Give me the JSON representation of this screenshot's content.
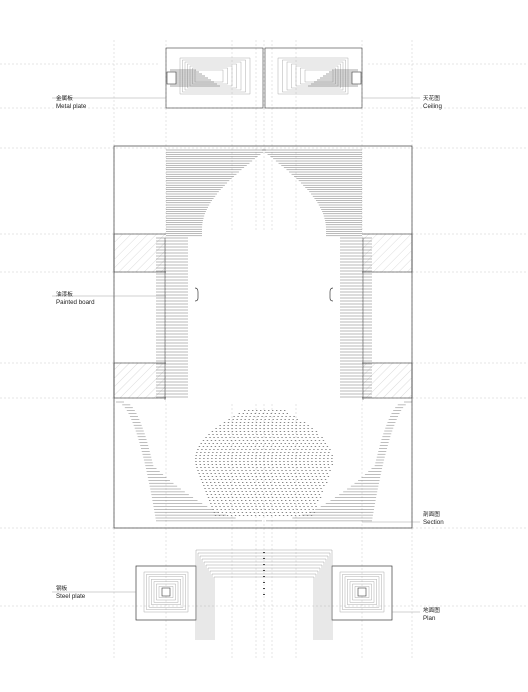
{
  "labels": {
    "metal_plate": {
      "zh": "金属板",
      "en": "Metal plate"
    },
    "ceiling": {
      "zh": "天花图",
      "en": "Ceiling"
    },
    "painted_board": {
      "zh": "油漆板",
      "en": "Painted board"
    },
    "section": {
      "zh": "剖面图",
      "en": "Section"
    },
    "steel_plate": {
      "zh": "钢板",
      "en": "Steel plate"
    },
    "plan": {
      "zh": "地面图",
      "en": "Plan"
    }
  },
  "colors": {
    "line": "#3a3a3a",
    "thin": "#8a8a8a",
    "guide": "#bdbdbd",
    "hatch": "#b8b8b8"
  }
}
